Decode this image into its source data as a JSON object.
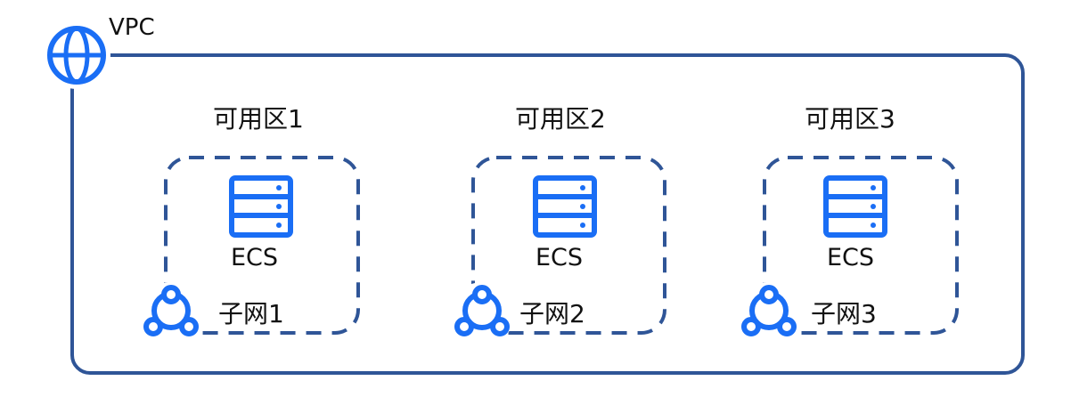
{
  "vpc": {
    "label": "VPC",
    "icon": "globe-icon"
  },
  "zones": [
    {
      "zone_label": "可用区1",
      "instance_label": "ECS",
      "subnet_label": "子网1"
    },
    {
      "zone_label": "可用区2",
      "instance_label": "ECS",
      "subnet_label": "子网2"
    },
    {
      "zone_label": "可用区3",
      "instance_label": "ECS",
      "subnet_label": "子网3"
    }
  ],
  "icons": {
    "server": "server-icon",
    "subnet": "subnet-icon"
  },
  "colors": {
    "outline": "#2f5597",
    "icon_blue": "#1a6ef5",
    "text": "#111111"
  }
}
